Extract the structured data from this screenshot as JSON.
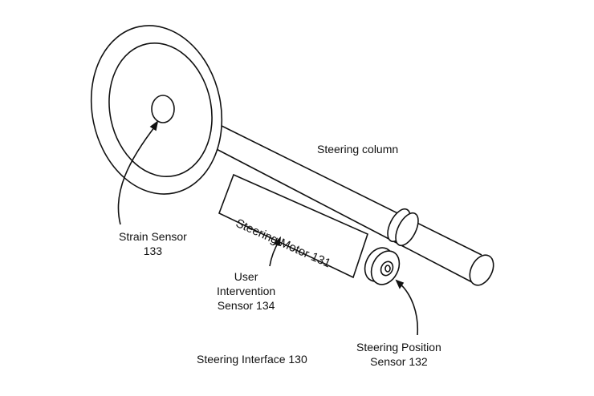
{
  "labels": {
    "steering_column": "Steering column",
    "steering_motor": "Steering Motor 131",
    "strain_sensor_line1": "Strain Sensor",
    "strain_sensor_line2": "133",
    "user_intervention_line1": "User",
    "user_intervention_line2": "Intervention",
    "user_intervention_line3": "Sensor 134",
    "position_sensor_line1": "Steering Position",
    "position_sensor_line2": "Sensor 132",
    "steering_interface": "Steering Interface 130"
  }
}
